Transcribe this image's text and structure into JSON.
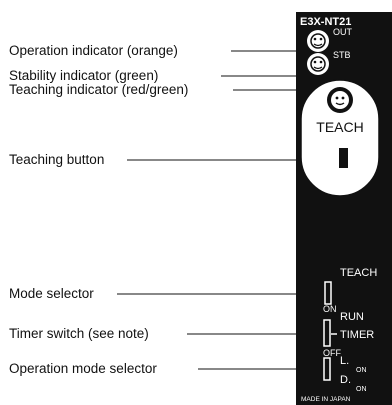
{
  "device": {
    "model": "E3X-NT21",
    "led_out": "OUT",
    "led_stb": "STB",
    "teach_label": "TEACH",
    "mode_teach": "TEACH",
    "mode_run": "RUN",
    "timer_on": "ON",
    "timer_label": "TIMER",
    "timer_off": "OFF",
    "opmode_l": "L.",
    "opmode_l_on": "ON",
    "opmode_d": "D.",
    "opmode_d_on": "ON",
    "origin": "MADE IN JAPAN"
  },
  "callouts": [
    {
      "label": "Operation indicator (orange)"
    },
    {
      "label": "Stability indicator (green)"
    },
    {
      "label": "Teaching indicator (red/green)"
    },
    {
      "label": "Teaching button"
    },
    {
      "label": "Mode selector"
    },
    {
      "label": "Timer switch (see note)"
    },
    {
      "label": "Operation mode selector"
    }
  ],
  "colors": {
    "panel": "#111111",
    "ink": "#111111",
    "panel_text": "#ffffff",
    "background": "#ffffff"
  }
}
